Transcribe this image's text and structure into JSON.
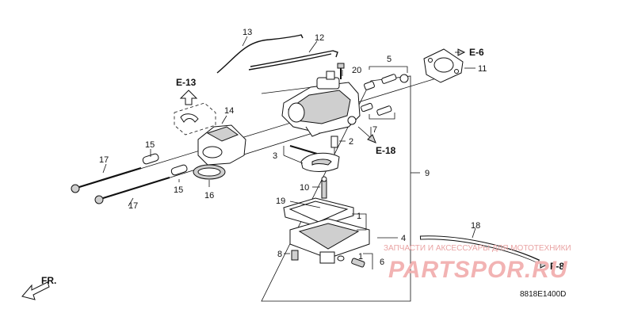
{
  "callouts": {
    "c1a": "1",
    "c1b": "1",
    "c2": "2",
    "c3": "3",
    "c4": "4",
    "c5": "5",
    "c6": "6",
    "c7": "7",
    "c8": "8",
    "c9": "9",
    "c10": "10",
    "c11": "11",
    "c12": "12",
    "c13": "13",
    "c14": "14",
    "c15a": "15",
    "c15b": "15",
    "c16": "16",
    "c17a": "17",
    "c17b": "17",
    "c18": "18",
    "c19": "19",
    "c20": "20"
  },
  "refs": {
    "e6": "E-6",
    "e13": "E-13",
    "e18": "E-18",
    "f8": "F-8",
    "fr": "FR."
  },
  "diagram_code": "8818E1400D",
  "watermark": {
    "tagline": "ЗАПЧАСТИ И АКСЕССУАРЫ ДЛЯ МОТОТЕХНИКИ",
    "brand": "PARTSPOR.RU"
  }
}
